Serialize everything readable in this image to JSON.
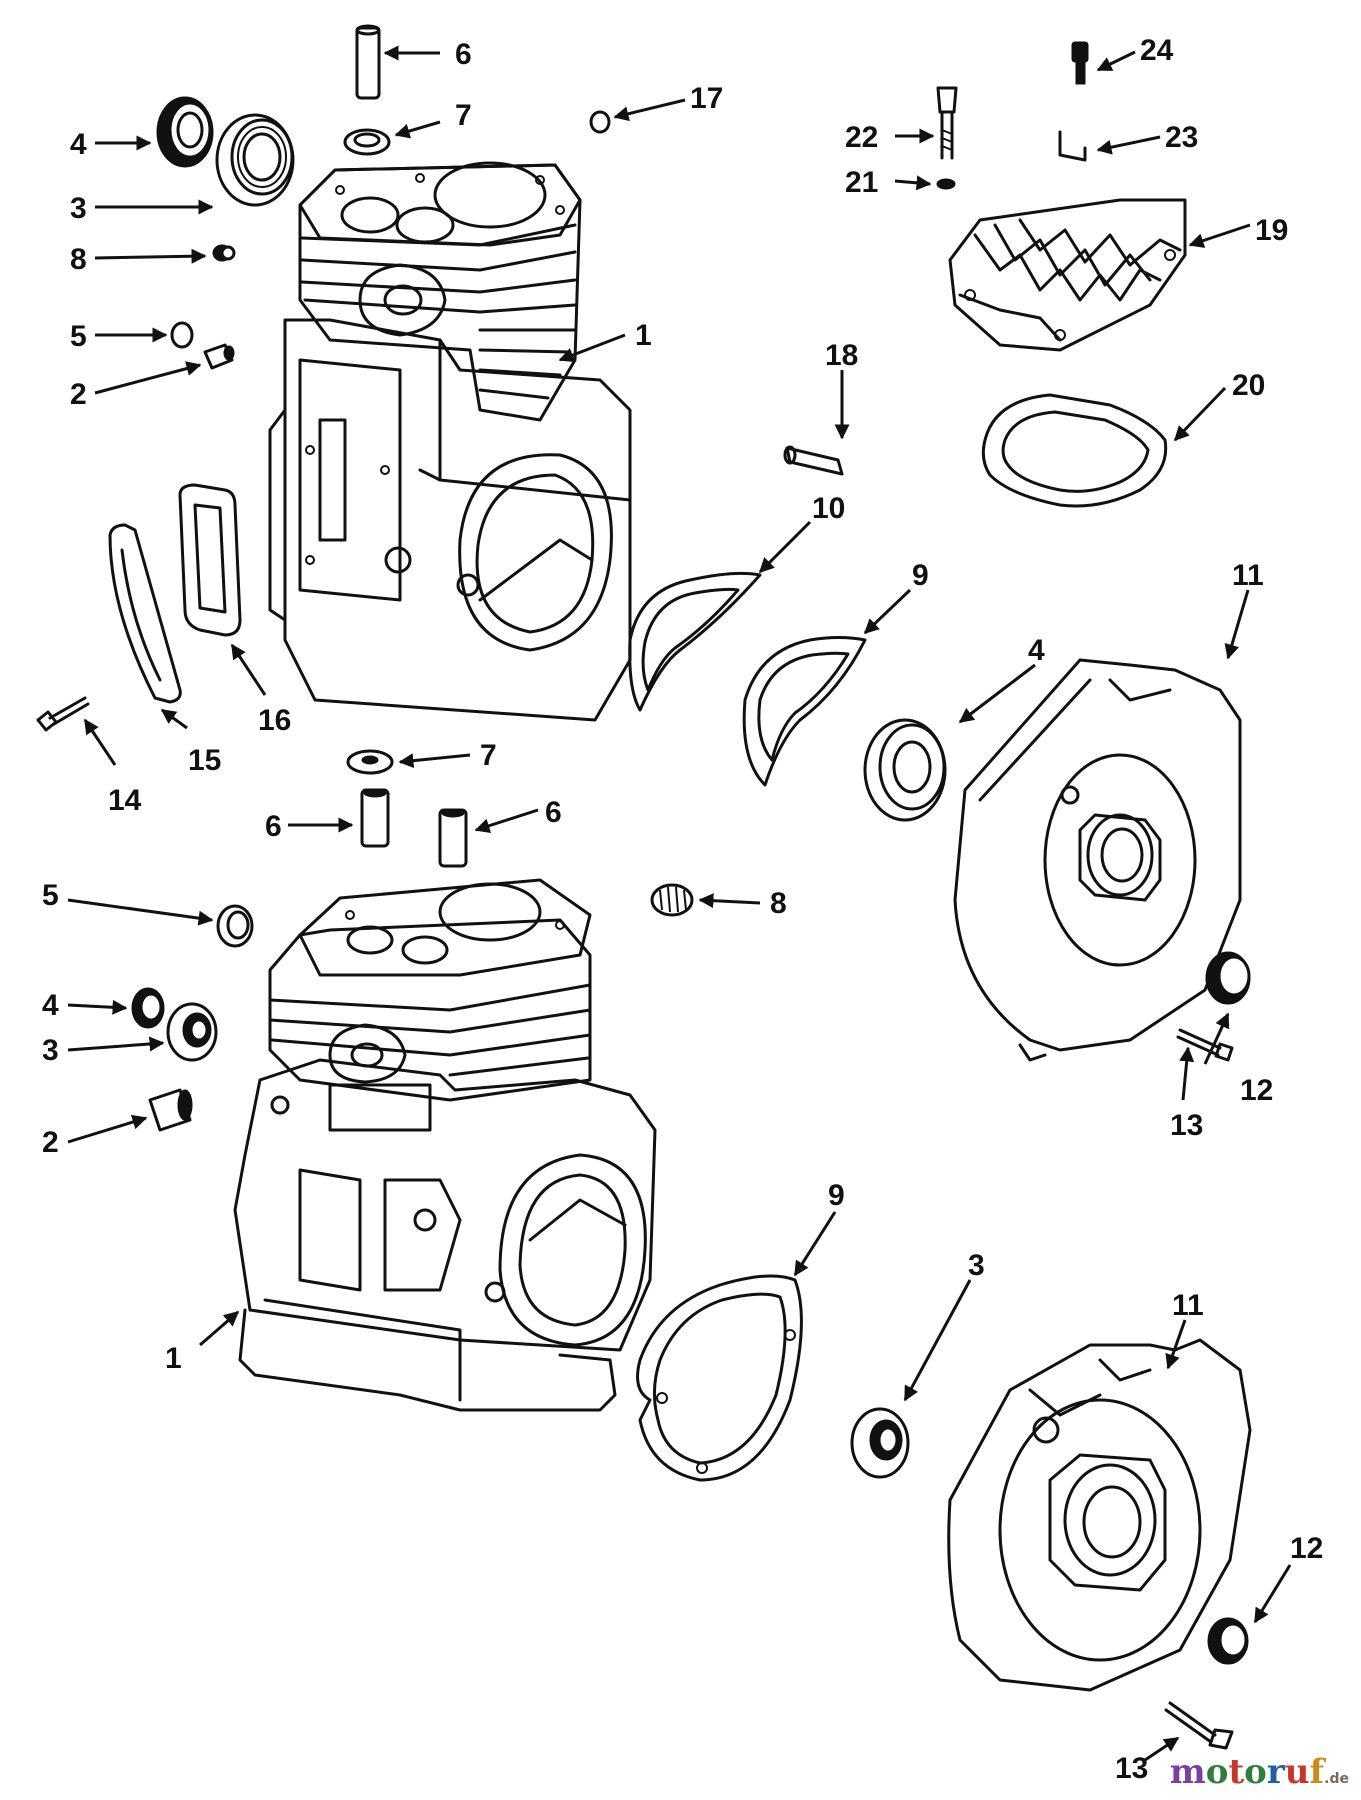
{
  "callouts": {
    "c1a": "1",
    "c2a": "2",
    "c3a": "3",
    "c4a": "4",
    "c5a": "5",
    "c6a": "6",
    "c7a": "7",
    "c8a": "8",
    "c9a": "9",
    "c10": "10",
    "c4b": "4",
    "c11a": "11",
    "c12a": "12",
    "c13a": "13",
    "c14": "14",
    "c15": "15",
    "c16": "16",
    "c17": "17",
    "c18": "18",
    "c19": "19",
    "c20": "20",
    "c21": "21",
    "c22": "22",
    "c23": "23",
    "c24": "24",
    "c7b": "7",
    "c6b": "6",
    "c6c": "6",
    "c8b": "8",
    "c5b": "5",
    "c4c": "4",
    "c3b": "3",
    "c2b": "2",
    "c1b": "1",
    "c9b": "9",
    "c3c": "3",
    "c11b": "11",
    "c12b": "12",
    "c13b": "13"
  },
  "watermark": {
    "letters": [
      "m",
      "o",
      "t",
      "o",
      "r",
      "u",
      "f"
    ],
    "letter_colors": [
      "#7a3fa0",
      "#2f7f3a",
      "#c0392b",
      "#2f7f3a",
      "#1f5faa",
      "#c0392b",
      "#d08a1c"
    ],
    "tld": ".de"
  }
}
